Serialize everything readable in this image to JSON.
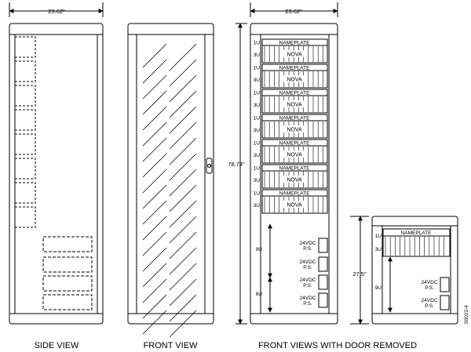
{
  "dimensions": {
    "cabinet_width": "23.62\"",
    "cabinet_width_front": "23.62\"",
    "cabinet_height": "78.74\"",
    "small_cabinet_height": "27.5\""
  },
  "units": {
    "one_u": "1U",
    "three_u": "3U",
    "nine_u": "9U",
    "six_u": "6U"
  },
  "labels": {
    "nameplate": "NAMEPLATE",
    "nova": "NOVA",
    "psu_line1": "24VDC",
    "psu_line2": "P.S."
  },
  "views": {
    "side": "SIDE VIEW",
    "front": "FRONT VIEW",
    "door_removed": "FRONT VIEWS WITH DOOR REMOVED"
  },
  "figure_number": "50022-4",
  "layout_counts": {
    "nova_modules_large": 7,
    "psu_large": 4,
    "psu_small": 2
  }
}
